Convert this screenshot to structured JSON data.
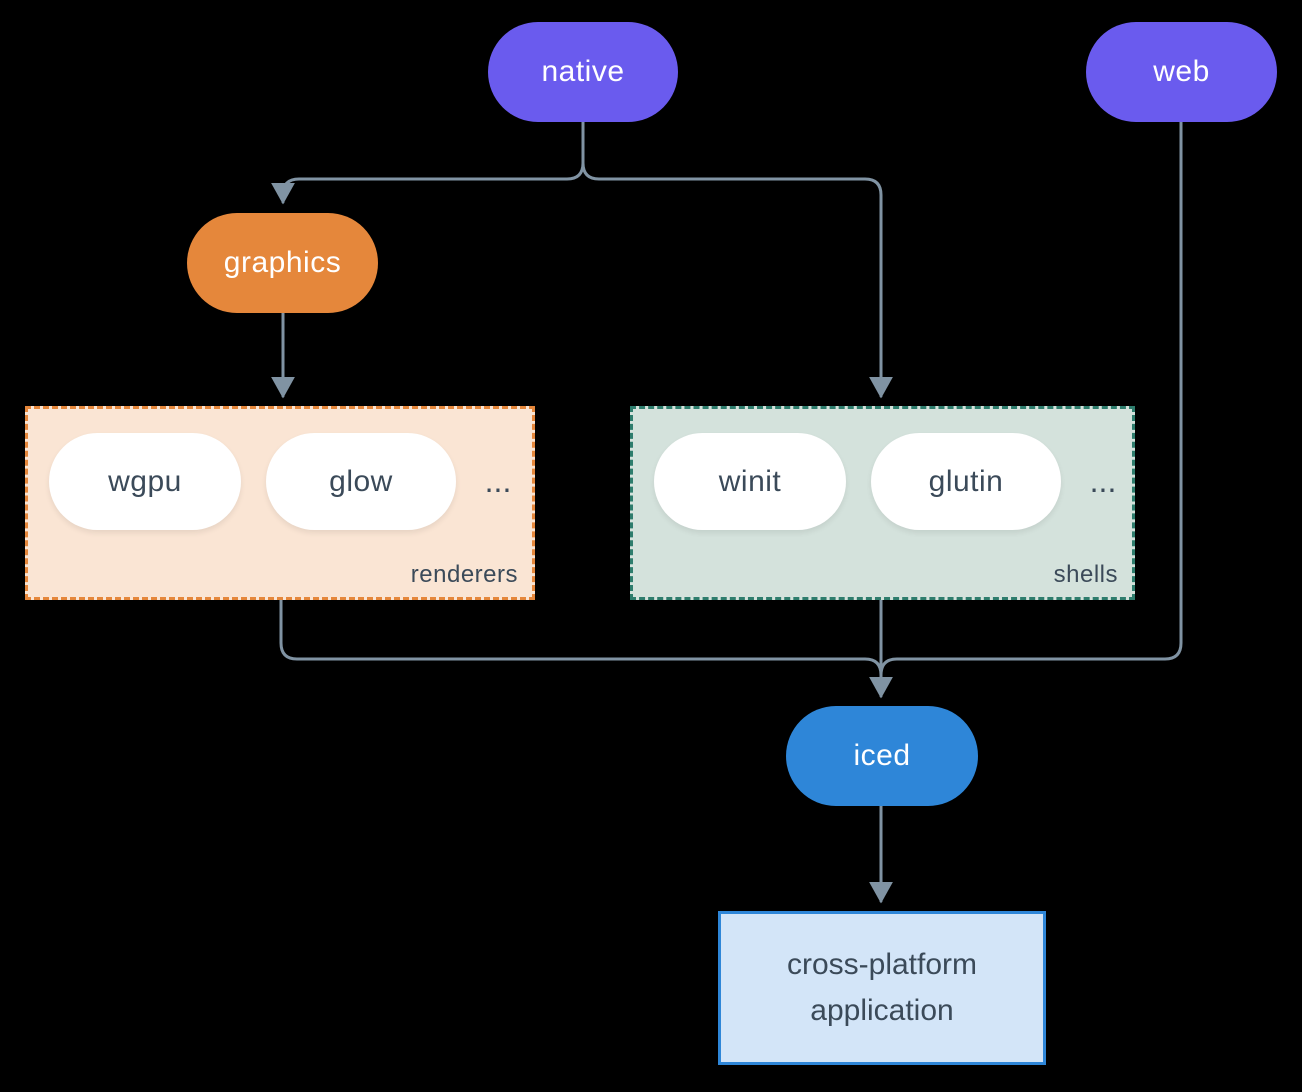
{
  "colors": {
    "background": "#000000",
    "connector": "#8093A3",
    "purple": "#6A5BEE",
    "orange": "#E5873B",
    "blue": "#2E86D8",
    "dark_text": "#3B4A59",
    "white_text": "#FFFFFF",
    "pill_white": "#FFFFFF",
    "renderers_bg": "#FAE5D4",
    "renderers_border": "#E5873B",
    "shells_bg": "#D4E2DC",
    "shells_border": "#2E7D6D",
    "app_bg": "#D3E5F8",
    "app_border": "#2E86D8"
  },
  "nodes": {
    "native": {
      "label": "native"
    },
    "web": {
      "label": "web"
    },
    "graphics": {
      "label": "graphics"
    },
    "iced": {
      "label": "iced"
    },
    "application": {
      "label": "cross-platform application"
    }
  },
  "groups": {
    "renderers": {
      "label": "renderers",
      "items": [
        "wgpu",
        "glow"
      ],
      "ellipsis": "..."
    },
    "shells": {
      "label": "shells",
      "items": [
        "winit",
        "glutin"
      ],
      "ellipsis": "..."
    }
  }
}
